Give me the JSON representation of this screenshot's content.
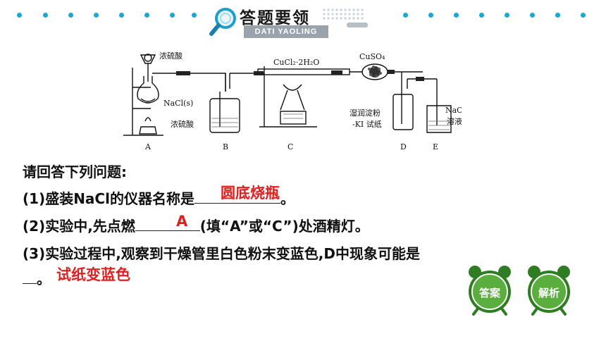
{
  "header": {
    "title": "答题要领",
    "subtitle": "DATI YAOLING"
  },
  "apparatus": {
    "labels": {
      "acid_top": "浓硫酸",
      "nacl": "NaCl(s)",
      "acid_bottle": "浓硫酸",
      "cucl2": "CuCl₂·2H₂O",
      "cuso4": "CuSO₄",
      "paper1": "湿润淀粉",
      "paper2": "-KI 试纸",
      "naoh1": "NaOH",
      "naoh2": "溶液"
    },
    "letters": [
      "A",
      "B",
      "C",
      "D",
      "E"
    ]
  },
  "questions": {
    "intro": "请回答下列问题:",
    "q1_a": "(1)盛装NaCl的仪器名称是",
    "q1_b": "。",
    "q2_a": "(2)实验中,先点燃",
    "q2_b": "(填“A”或“C”)处酒精灯。",
    "q3_a": "(3)实验过程中,观察到干燥管里白色粉末变蓝色,D中现象可能是",
    "q3_b": "。"
  },
  "answers": {
    "a1": "圆底烧瓶",
    "a2": "A",
    "a3": "试纸变蓝色"
  },
  "buttons": {
    "answer": "答案",
    "analysis": "解析"
  },
  "colors": {
    "dot": "#17a9d8",
    "answer_text": "#e02020",
    "button_fill": "#5aae3e",
    "button_ring": "#2f7d22"
  }
}
